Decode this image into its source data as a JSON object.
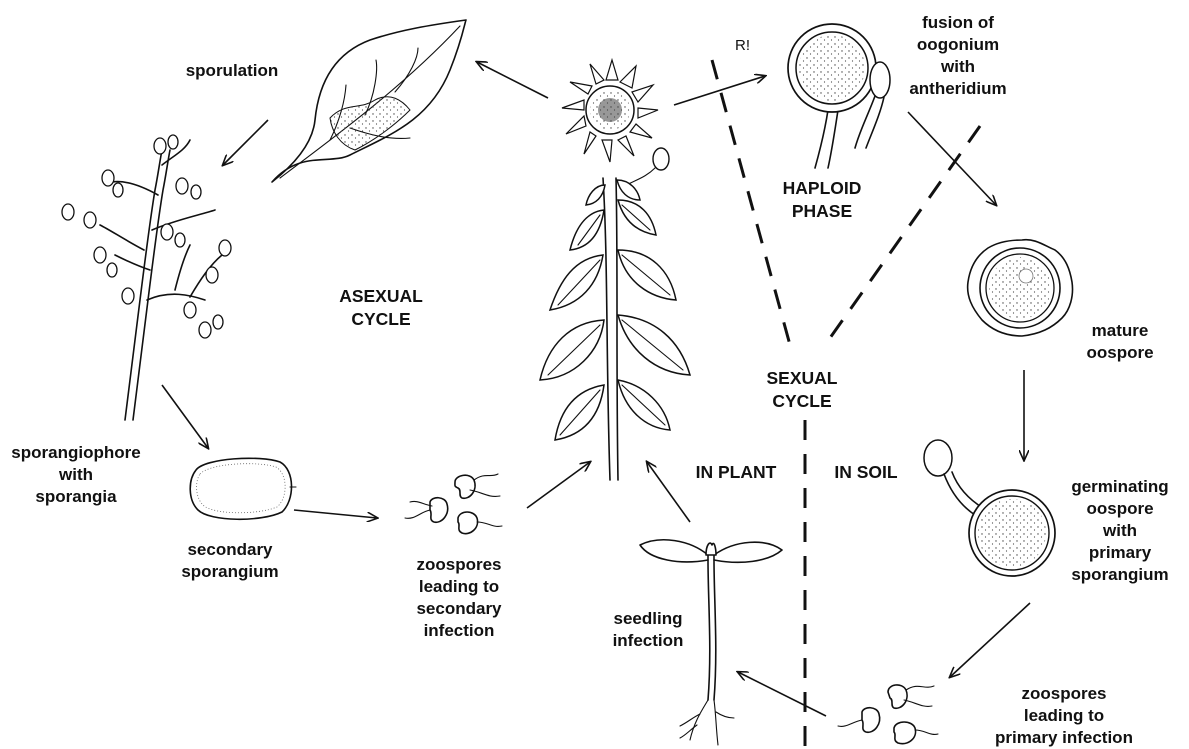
{
  "labels": {
    "sporulation": "sporulation",
    "sporangiophore": [
      "sporangiophore",
      "with",
      "sporangia"
    ],
    "secondary_sporangium": [
      "secondary",
      "sporangium"
    ],
    "zoospores_secondary": [
      "zoospores",
      "leading to",
      "secondary",
      "infection"
    ],
    "asexual_cycle": [
      "ASEXUAL",
      "CYCLE"
    ],
    "fusion": [
      "fusion of",
      "oogonium",
      "with",
      "antheridium"
    ],
    "haploid_phase": [
      "HAPLOID",
      "PHASE"
    ],
    "mature_oospore": [
      "mature",
      "oospore"
    ],
    "sexual_cycle": [
      "SEXUAL",
      "CYCLE"
    ],
    "in_plant": "IN PLANT",
    "in_soil": "IN SOIL",
    "germinating": [
      "germinating",
      "oospore",
      "with",
      "primary",
      "sporangium"
    ],
    "seedling_infection": [
      "seedling",
      "infection"
    ],
    "zoospores_primary": [
      "zoospores",
      "leading to",
      "primary infection"
    ],
    "r_mark": "R!"
  },
  "icons": [
    "leaf-icon",
    "sunflower-icon",
    "sporangiophore-icon",
    "sporangium-icon",
    "zoospores-icon",
    "oogonium-icon",
    "oospore-icon",
    "germinating-oospore-icon",
    "seedling-icon"
  ]
}
